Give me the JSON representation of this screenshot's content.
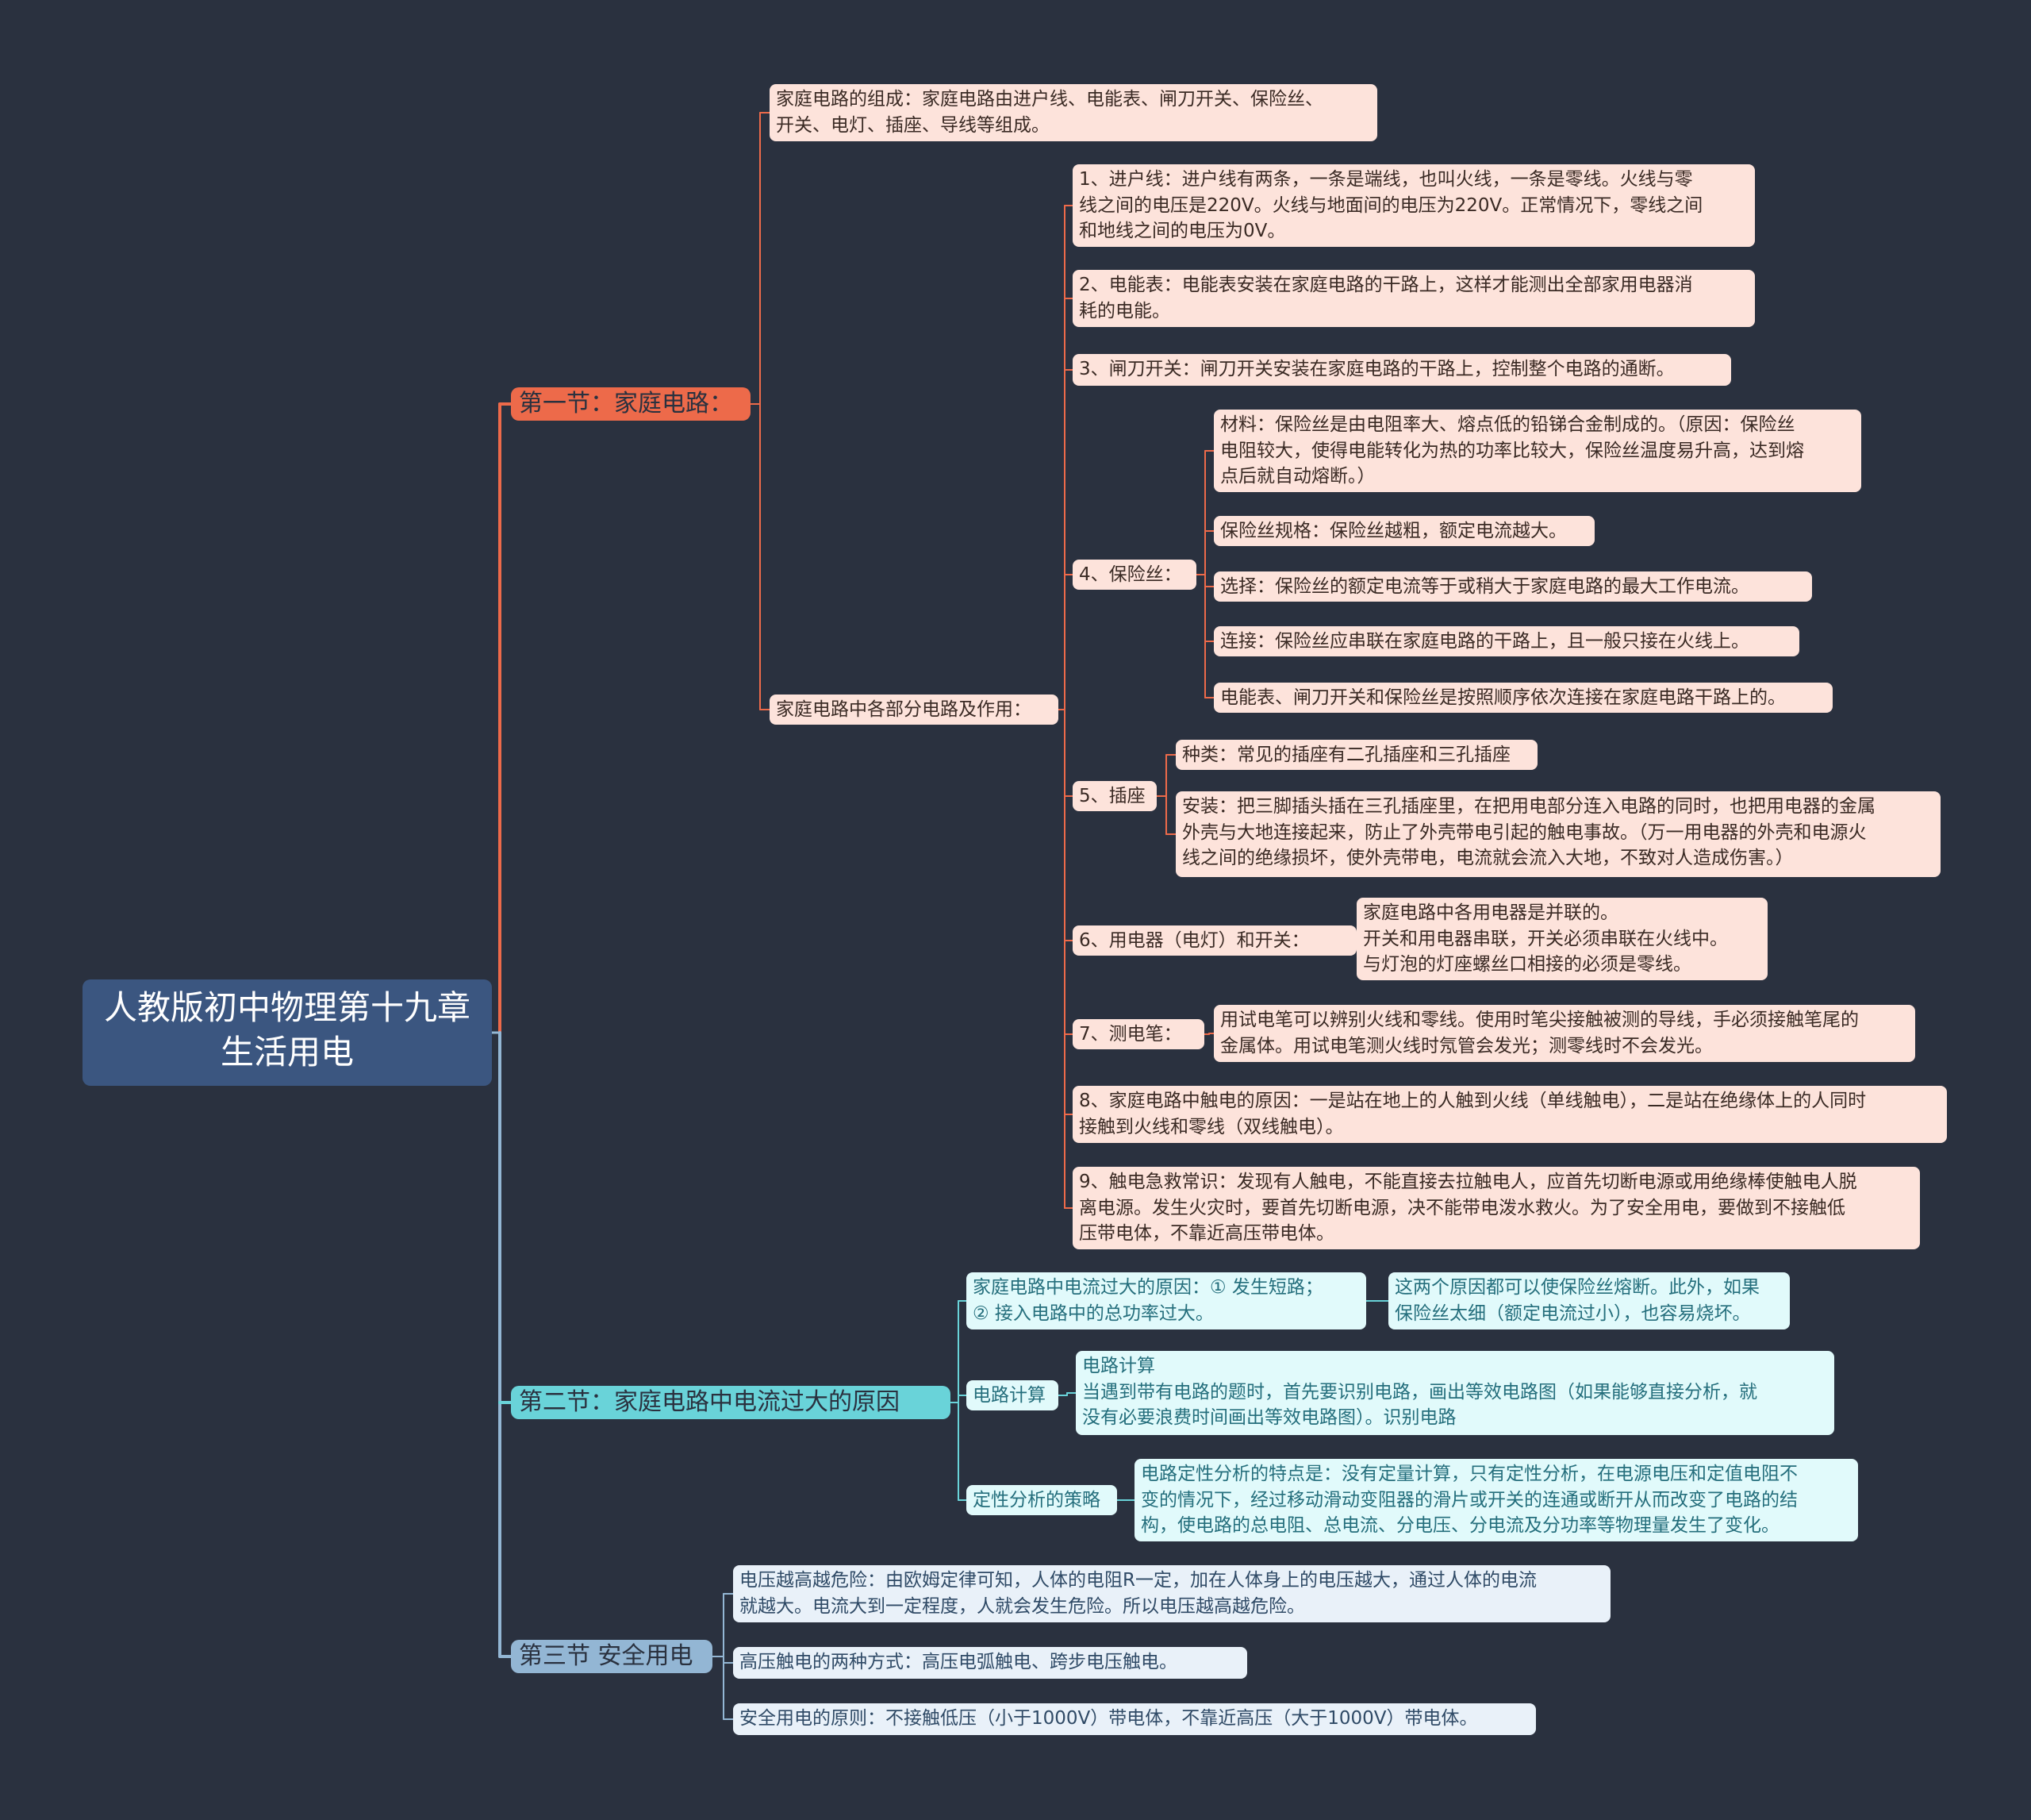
{
  "root": {
    "title": "人教版初中物理第十九章\n生活用电"
  },
  "sec1": {
    "title": "第一节：家庭电路：",
    "composition": "家庭电路的组成：家庭电路由进户线、电能表、闸刀开关、保险丝、\n开关、电灯、插座、导线等组成。",
    "parts_title": "家庭电路中各部分电路及作用：",
    "p1": "1、进户线：进户线有两条，一条是端线，也叫火线，一条是零线。火线与零\n线之间的电压是220V。火线与地面间的电压为220V。正常情况下，零线之间\n和地线之间的电压为0V。",
    "p2": "2、电能表：电能表安装在家庭电路的干路上，这样才能测出全部家用电器消\n耗的电能。",
    "p3": "3、闸刀开关：闸刀开关安装在家庭电路的干路上，控制整个电路的通断。",
    "p4": "4、保险丝：",
    "p4a": "材料：保险丝是由电阻率大、熔点低的铅锑合金制成的。（原因：保险丝\n电阻较大，使得电能转化为热的功率比较大，保险丝温度易升高，达到熔\n点后就自动熔断。）",
    "p4b": "保险丝规格：保险丝越粗，额定电流越大。",
    "p4c": "选择：保险丝的额定电流等于或稍大于家庭电路的最大工作电流。",
    "p4d": "连接：保险丝应串联在家庭电路的干路上，且一般只接在火线上。",
    "p4e": "电能表、闸刀开关和保险丝是按照顺序依次连接在家庭电路干路上的。",
    "p5": "5、插座",
    "p5a": "种类：常见的插座有二孔插座和三孔插座",
    "p5b": "安装：把三脚插头插在三孔插座里，在把用电部分连入电路的同时，也把用电器的金属\n外壳与大地连接起来，防止了外壳带电引起的触电事故。（万一用电器的外壳和电源火\n线之间的绝缘损坏，使外壳带电，电流就会流入大地，不致对人造成伤害。）",
    "p6": "6、用电器（电灯）和开关：",
    "p6a": "家庭电路中各用电器是并联的。\n开关和用电器串联，开关必须串联在火线中。\n与灯泡的灯座螺丝口相接的必须是零线。",
    "p7": "7、测电笔：",
    "p7a": "用试电笔可以辨别火线和零线。使用时笔尖接触被测的导线，手必须接触笔尾的\n金属体。用试电笔测火线时氖管会发光；测零线时不会发光。",
    "p8": "8、家庭电路中触电的原因：一是站在地上的人触到火线（单线触电），二是站在绝缘体上的人同时\n接触到火线和零线（双线触电）。",
    "p9": "9、触电急救常识：发现有人触电，不能直接去拉触电人，应首先切断电源或用绝缘棒使触电人脱\n离电源。发生火灾时，要首先切断电源，决不能带电泼水救火。为了安全用电，要做到不接触低\n压带电体，不靠近高压带电体。"
  },
  "sec2": {
    "title": "第二节：家庭电路中电流过大的原因",
    "cause": "家庭电路中电流过大的原因：① 发生短路；\n② 接入电路中的总功率过大。",
    "cause_note": "这两个原因都可以使保险丝熔断。此外，如果\n保险丝太细（额定电流过小），也容易烧坏。",
    "calc": "电路计算",
    "calc_note": "电路计算\n    当遇到带有电路的题时，首先要识别电路，画出等效电路图（如果能够直接分析，就\n没有必要浪费时间画出等效电路图）。识别电路",
    "qual": "定性分析的策略",
    "qual_note": "电路定性分析的特点是：没有定量计算，只有定性分析，在电源电压和定值电阻不\n变的情况下，经过移动滑动变阻器的滑片或开关的连通或断开从而改变了电路的结\n构，使电路的总电阻、总电流、分电压、分电流及分功率等物理量发生了变化。"
  },
  "sec3": {
    "title": "第三节  安全用电",
    "s1": "电压越高越危险：由欧姆定律可知，人体的电阻R一定，加在人体身上的电压越大，通过人体的电流\n就越大。电流大到一定程度，人就会发生危险。所以电压越高越危险。",
    "s2": "高压触电的两种方式：高压电弧触电、跨步电压触电。",
    "s3": "安全用电的原则：不接触低压（小于1000V）带电体，不靠近高压（大于1000V）带电体。"
  },
  "colors": {
    "background": "#2a313f",
    "root": "#3b5680",
    "sec1": "#ed6a4a",
    "sec2": "#69d3d9",
    "sec3": "#93b6d4"
  }
}
